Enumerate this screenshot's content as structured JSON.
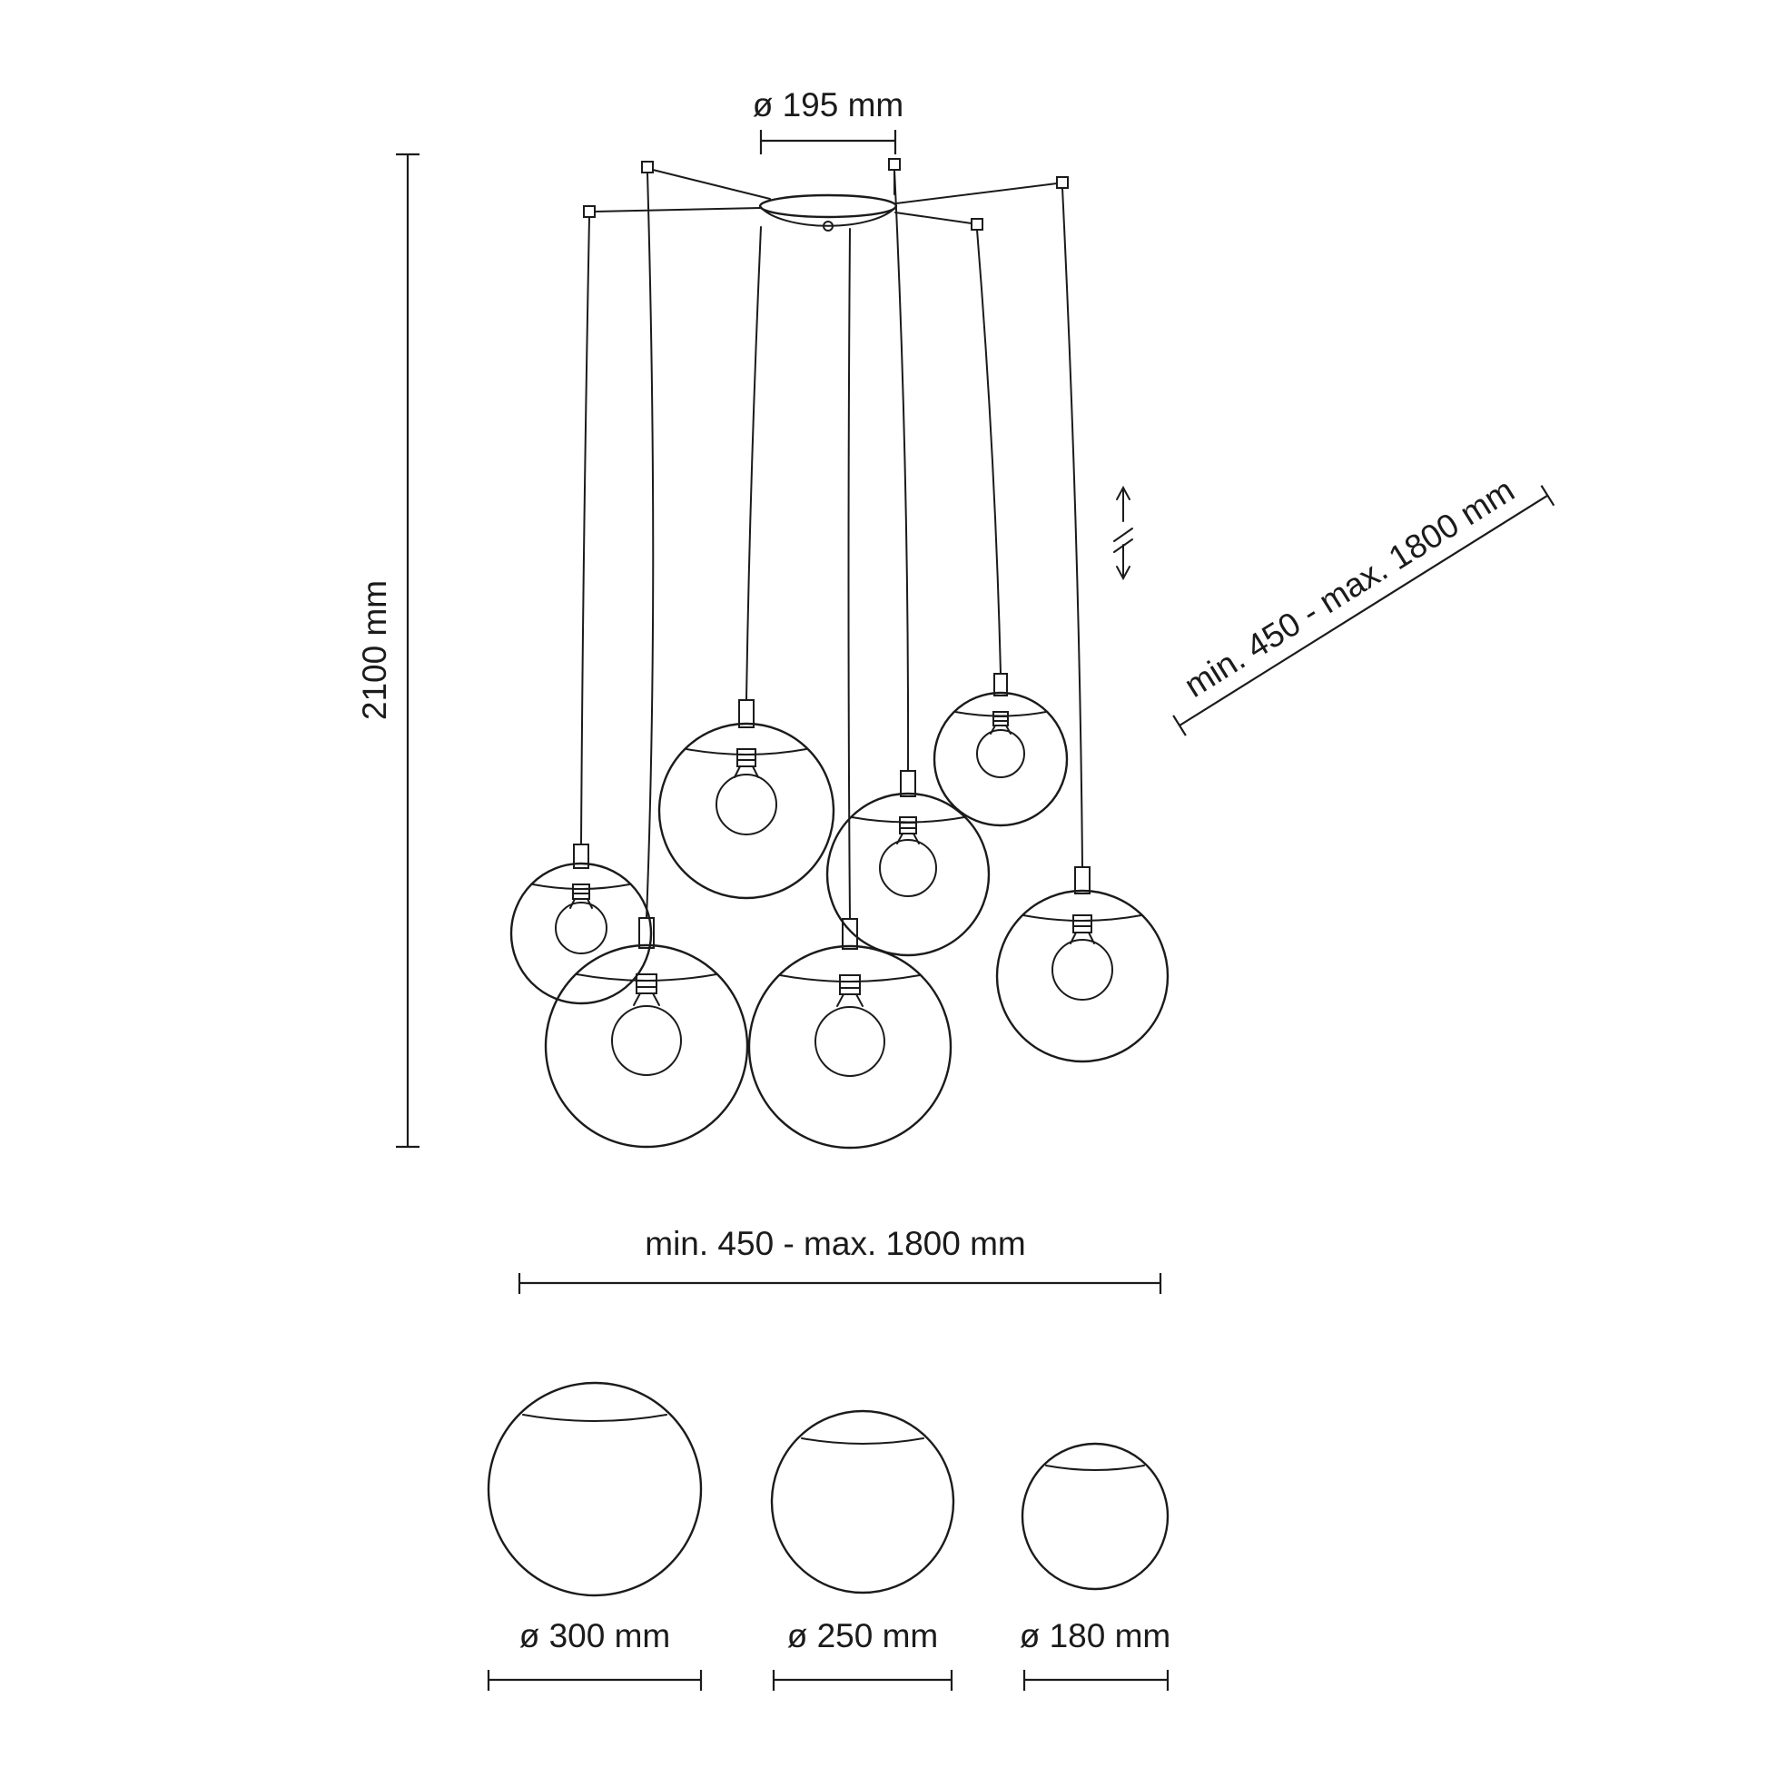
{
  "diagram": {
    "type": "technical-dimension-drawing",
    "subject": "7-light glass globe pendant chandelier",
    "colors": {
      "background": "#ffffff",
      "line": "#1b1b1b"
    },
    "labels": {
      "canopy_diameter": "ø 195 mm",
      "total_height": "2100 mm",
      "cord_length": "min. 450 - max. 1800 mm",
      "spread_width": "min. 450 - max. 1800 mm",
      "globe_large": "ø 300 mm",
      "globe_medium": "ø 250 mm",
      "globe_small": "ø 180 mm"
    },
    "globe_diameters_mm": [
      300,
      250,
      180
    ]
  }
}
